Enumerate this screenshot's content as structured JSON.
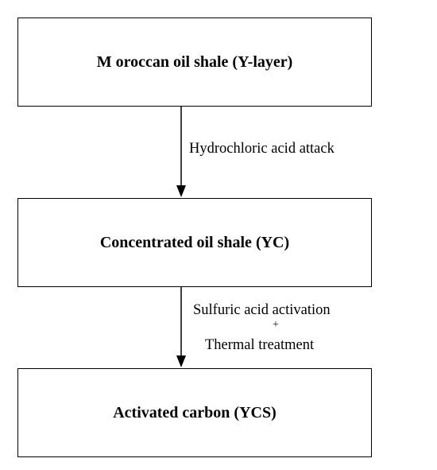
{
  "nodes": {
    "step1": "M oroccan oil shale (Y-layer)",
    "step2": "Concentrated oil shale (YC)",
    "step3": "Activated carbon (YCS)"
  },
  "edges": {
    "edge1_label": "Hydrochloric acid attack",
    "edge2_line1": "Sulfuric acid activation",
    "edge2_plus": "+",
    "edge2_line2": "Thermal treatment"
  }
}
